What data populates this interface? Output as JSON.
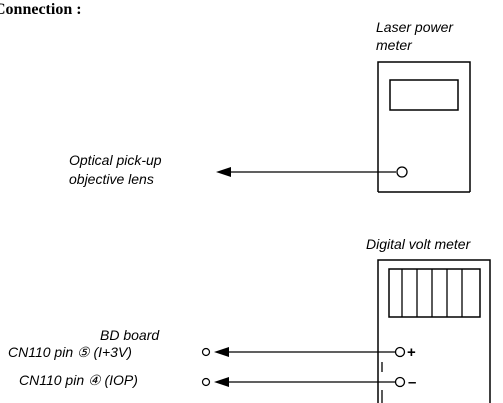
{
  "header": {
    "title": "Connection :"
  },
  "laser_meter": {
    "label_line1": "Laser power",
    "label_line2": "meter"
  },
  "pickup": {
    "label_line1": "Optical pick-up",
    "label_line2": "objective lens"
  },
  "volt_meter": {
    "label": "Digital volt meter",
    "plus_sign": "+",
    "minus_sign": "–"
  },
  "bd_board": {
    "title": "BD board",
    "pin5": "CN110 pin ⑤ (I+3V)",
    "pin4": "CN110 pin ④ (IOP)"
  }
}
